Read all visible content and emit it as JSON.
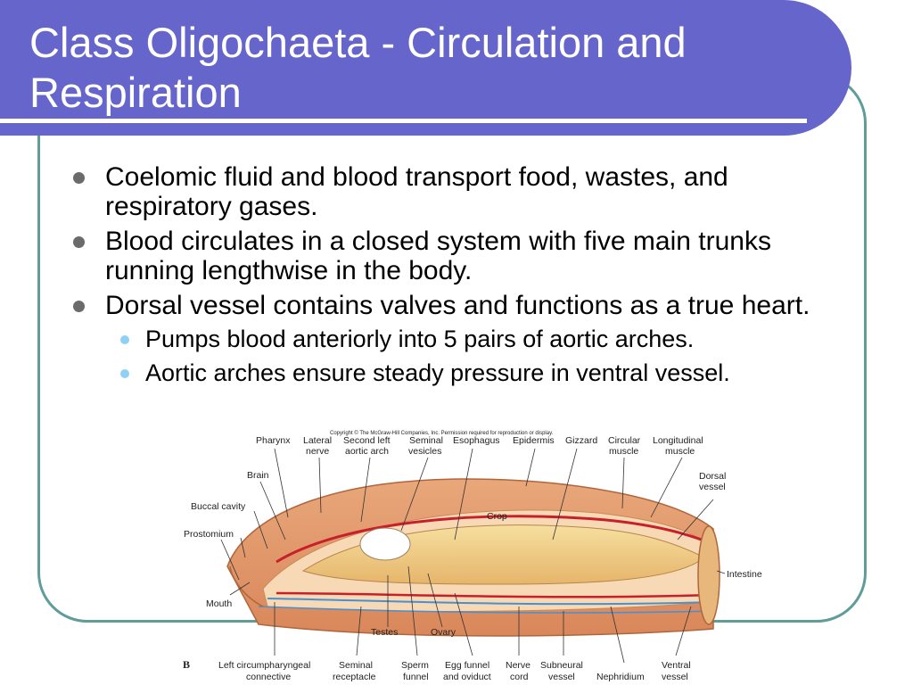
{
  "slide": {
    "title": "Class Oligochaeta - Circulation and Respiration",
    "colors": {
      "title_bar": "#6565cc",
      "frame": "#5f9c9a",
      "bullet_lvl1": "#6b6b6b",
      "bullet_lvl2": "#8fd1f4"
    },
    "bullets": [
      {
        "level": 1,
        "text": "Coelomic fluid and blood transport food, wastes, and respiratory gases."
      },
      {
        "level": 1,
        "text": "Blood circulates in a closed system with five main trunks running lengthwise in the body."
      },
      {
        "level": 1,
        "text": "Dorsal vessel contains valves and functions as a true heart."
      },
      {
        "level": 2,
        "text": "Pumps blood anteriorly into 5 pairs of aortic arches."
      },
      {
        "level": 2,
        "text": "Aortic arches ensure steady pressure in ventral vessel."
      }
    ]
  },
  "figure": {
    "copyright": "Copyright © The McGraw-Hill Companies, Inc. Permission required for reproduction or display.",
    "panel_label": "B",
    "labels": {
      "pharynx": "Pharynx",
      "lateral_nerve_1": "Lateral",
      "lateral_nerve_2": "nerve",
      "second_left_1": "Second left",
      "second_left_2": "aortic arch",
      "seminal_vesicles_1": "Seminal",
      "seminal_vesicles_2": "vesicles",
      "esophagus": "Esophagus",
      "epidermis": "Epidermis",
      "gizzard": "Gizzard",
      "circular_muscle_1": "Circular",
      "circular_muscle_2": "muscle",
      "longitudinal_muscle_1": "Longitudinal",
      "longitudinal_muscle_2": "muscle",
      "brain": "Brain",
      "dorsal_vessel_1": "Dorsal",
      "dorsal_vessel_2": "vessel",
      "buccal_cavity": "Buccal cavity",
      "crop": "Crop",
      "prostomium": "Prostomium",
      "intestine": "Intestine",
      "mouth": "Mouth",
      "testes": "Testes",
      "ovary": "Ovary",
      "left_circ_1": "Left circumpharyngeal",
      "left_circ_2": "connective",
      "seminal_receptacle_1": "Seminal",
      "seminal_receptacle_2": "receptacle",
      "sperm_funnel_1": "Sperm",
      "sperm_funnel_2": "funnel",
      "egg_funnel_1": "Egg funnel",
      "egg_funnel_2": "and oviduct",
      "nerve_cord_1": "Nerve",
      "nerve_cord_2": "cord",
      "subneural_1": "Subneural",
      "subneural_2": "vessel",
      "nephridium": "Nephridium",
      "ventral_vessel_1": "Ventral",
      "ventral_vessel_2": "vessel"
    }
  }
}
